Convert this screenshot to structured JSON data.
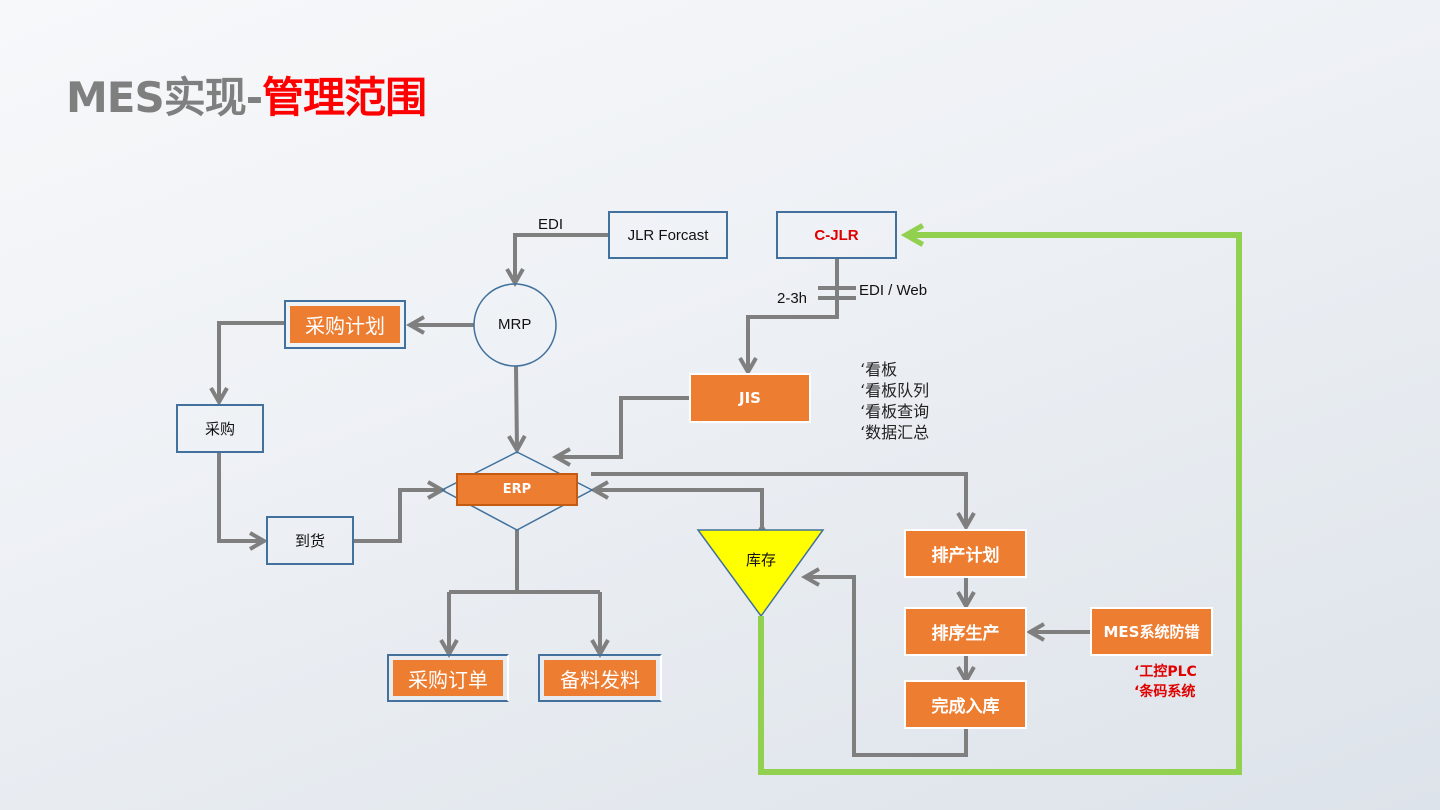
{
  "title": {
    "part1": "MES实现-",
    "part2": "管理范围"
  },
  "colors": {
    "orange": "#ed7d31",
    "blue_border": "#41719c",
    "arrow_gray": "#7f7f7f",
    "green_loop": "#92d050",
    "inventory_yellow": "#ffff00",
    "title_red": "#ff0000"
  },
  "nodes": {
    "jlr_forcast": "JLR Forcast",
    "c_jlr": "C-JLR",
    "mrp": "MRP",
    "purchase_plan": "采购计划",
    "purchase": "采购",
    "arrival": "到货",
    "jis": "JIS",
    "erp": "ERP",
    "inventory": "库存",
    "schedule_plan": "排产计划",
    "sequence_production": "排序生产",
    "finish_storage": "完成入库",
    "mes_errorproof": "MES系统防错",
    "purchase_order": "采购订单",
    "material_issue": "备料发料"
  },
  "edge_labels": {
    "edi": "EDI",
    "edi_web": "EDI / Web",
    "lead_time": "2-3h"
  },
  "jis_notes": [
    "‘看板",
    "‘看板队列",
    "‘看板查询",
    "‘数据汇总"
  ],
  "mes_notes": [
    "‘工控PLC",
    "‘条码系统"
  ]
}
